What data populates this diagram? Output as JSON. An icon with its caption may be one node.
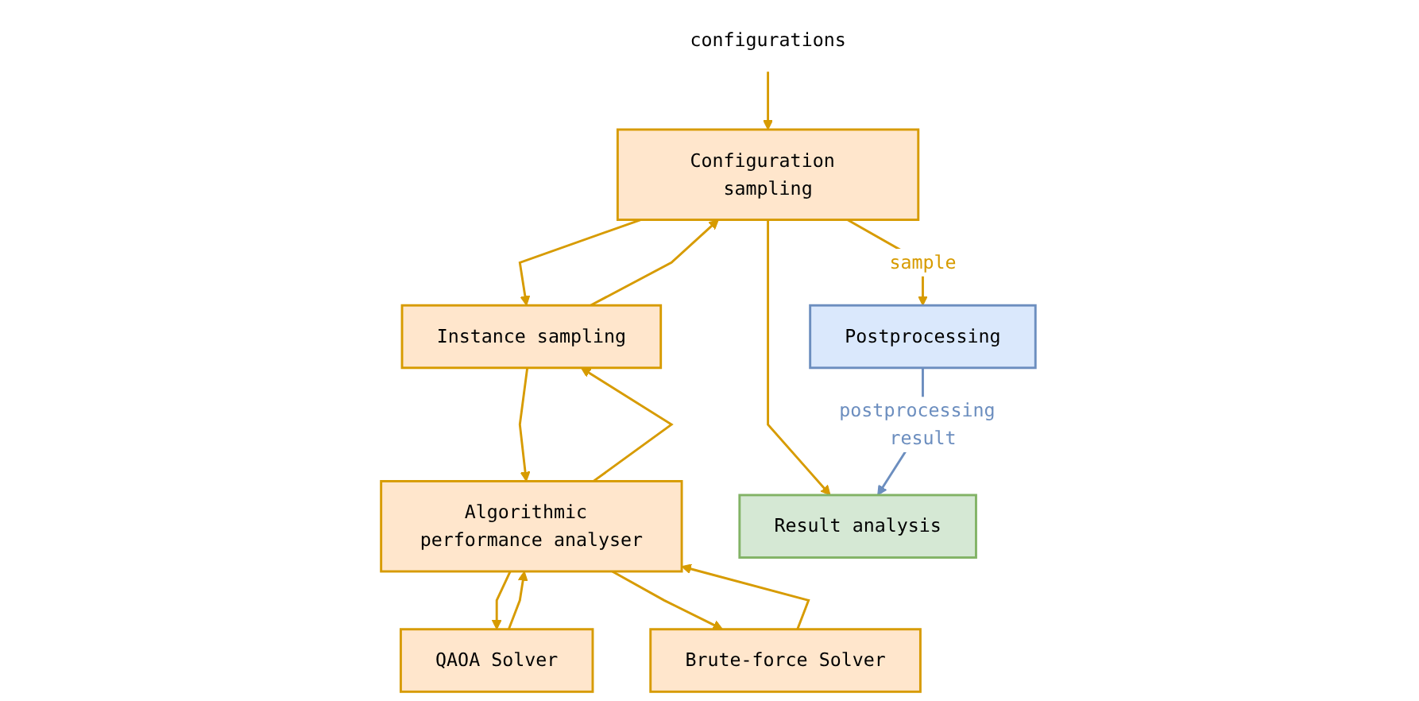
{
  "diagram": {
    "nodes": [
      {
        "text": [
          "Configuration sampling"
        ]
      },
      {
        "text": [
          "Instance sampling"
        ]
      },
      {
        "text": [
          "Algorithmic performance analyser"
        ]
      },
      {
        "text": [
          "QAOA Solver"
        ]
      },
      {
        "text": [
          "Brute-force Solver"
        ]
      },
      {
        "text": [
          "Postprocessing"
        ]
      },
      {
        "text": [
          "Result analysis"
        ]
      },
      {
        "text": [
          "configurations"
        ]
      }
    ],
    "edges": [
      {
        "from": 7,
        "to": 0,
        "arrow": "to"
      },
      {
        "from": 0,
        "to": 5,
        "arrow": "to",
        "label": "sample"
      },
      {
        "from": 0,
        "to": 6,
        "arrow": "to"
      },
      {
        "from": 5,
        "to": 6,
        "arrow": "to",
        "label": "postprocessing result",
        "color": "#6c8ebf"
      },
      {
        "from": 0,
        "to": 1,
        "arrow": "to"
      },
      {
        "from": 1,
        "to": 0,
        "arrow": "to"
      },
      {
        "from": 1,
        "to": 2,
        "arrow": "to"
      },
      {
        "from": 2,
        "to": 1,
        "arrow": "to"
      },
      {
        "from": 2,
        "to": 3,
        "arrow": "to"
      },
      {
        "from": 3,
        "to": 2,
        "arrow": "to"
      },
      {
        "from": 2,
        "to": 4,
        "arrow": "to"
      },
      {
        "from": 4,
        "to": 2,
        "arrow": "to"
      }
    ]
  }
}
